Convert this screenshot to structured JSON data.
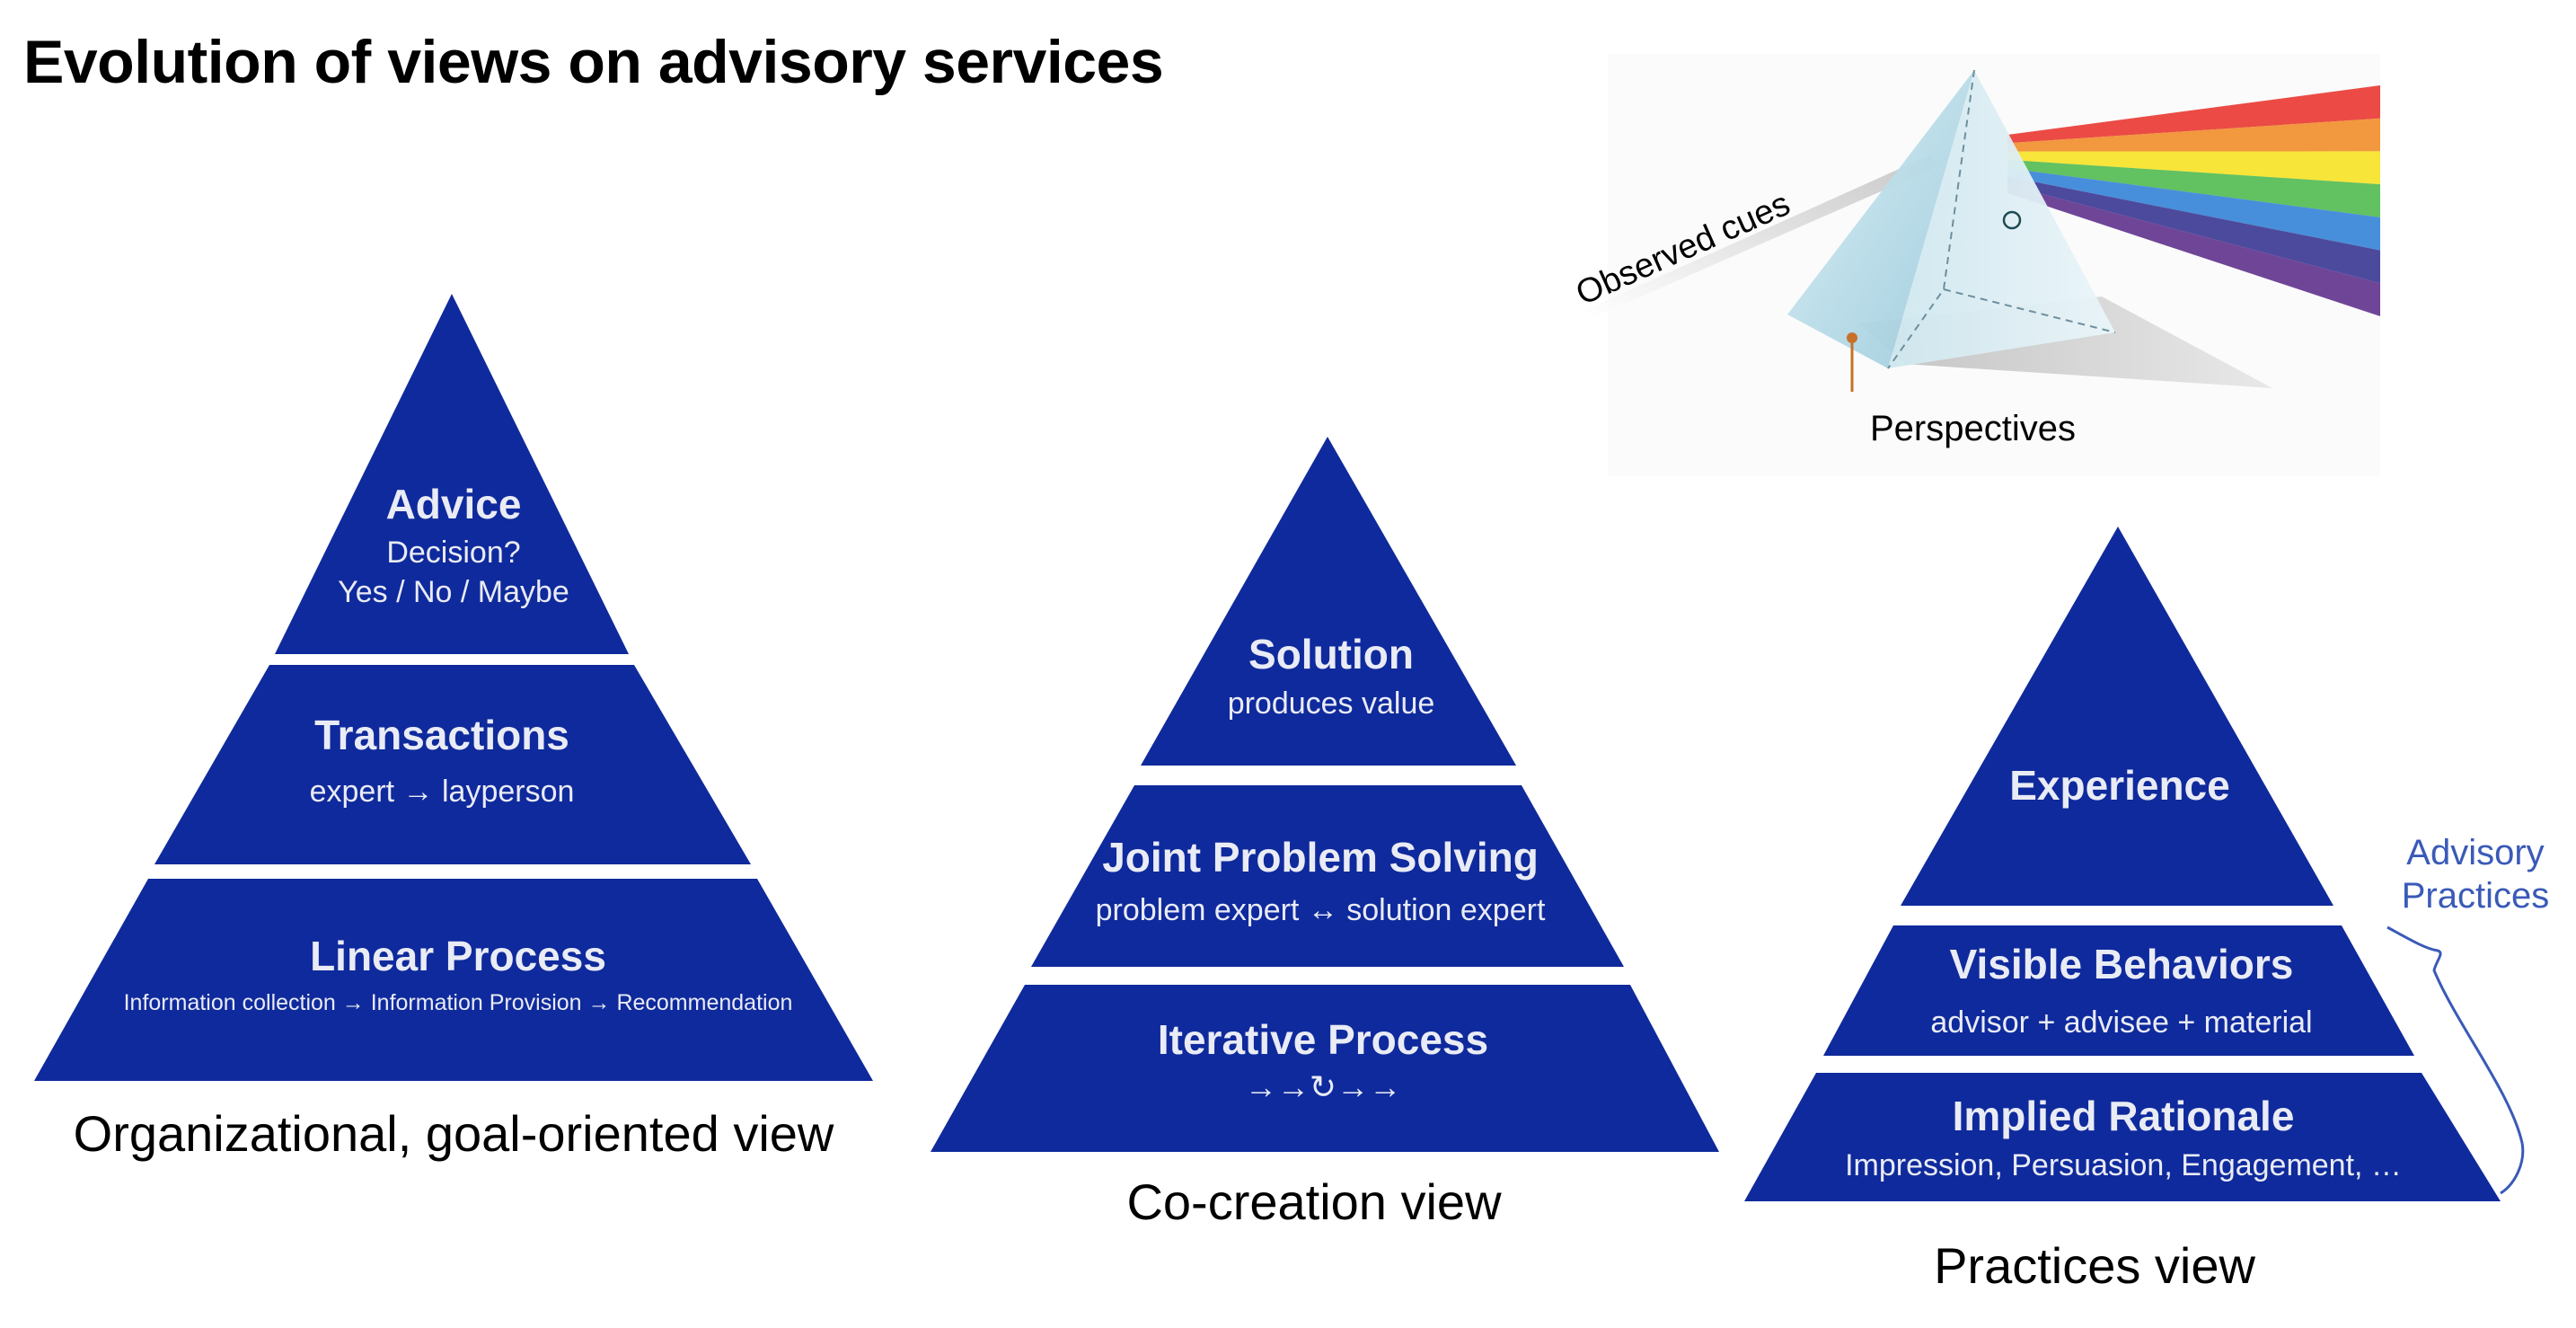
{
  "title": "Evolution of views on advisory services",
  "pyramid1": {
    "caption": "Organizational, goal-oriented view",
    "top": {
      "head": "Advice",
      "line1": "Decision?",
      "line2": "Yes / No / Maybe"
    },
    "middle": {
      "head": "Transactions",
      "sub": "expert → layperson"
    },
    "bottom": {
      "head": "Linear Process",
      "sub": "Information collection → Information Provision → Recommendation"
    }
  },
  "pyramid2": {
    "caption": "Co-creation view",
    "top": {
      "head": "Solution",
      "sub": "produces value"
    },
    "middle": {
      "head": "Joint Problem Solving",
      "sub": "problem expert ↔ solution expert"
    },
    "bottom": {
      "head": "Iterative Process",
      "sub": "→→↻→→"
    }
  },
  "pyramid3": {
    "caption": "Practices view",
    "top": {
      "head": "Experience"
    },
    "middle": {
      "head": "Visible Behaviors",
      "sub": "advisor + advisee + material"
    },
    "bottom": {
      "head": "Implied Rationale",
      "sub": "Impression, Persuasion, Engagement, …"
    },
    "bracket_label_line1": "Advisory",
    "bracket_label_line2": "Practices"
  },
  "prism": {
    "input_label": "Observed cues",
    "base_label": "Perspectives",
    "spectrum_colors": [
      "#e8322a",
      "#f08a24",
      "#f7e11e",
      "#4cb84a",
      "#2f7fd6",
      "#33318f",
      "#5b2b8a"
    ]
  },
  "colors": {
    "pyramid": "#0f2a9c",
    "pyramid_text": "#e9ebf5",
    "bracket": "#3a5ab8"
  }
}
